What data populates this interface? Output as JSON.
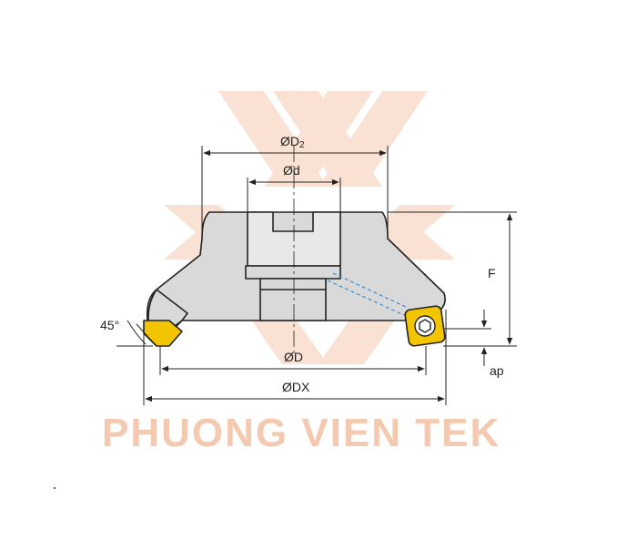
{
  "colors": {
    "body_fill": "#d9d9d9",
    "body_stroke": "#222222",
    "insert_fill": "#f3c400",
    "coolant_line": "#3a8fd6",
    "watermark": "#f5c9b0",
    "dimension": "#222222"
  },
  "labels": {
    "d2_prefix": "ØD",
    "d2_sub": "2",
    "d": "Ød",
    "f": "F",
    "angle": "45°",
    "dd": "ØD",
    "dx": "ØDX",
    "ap": "ap"
  },
  "watermark": {
    "text": "PHUONG VIEN TEK"
  },
  "icons": {
    "insert": "hex-socket-screw-icon",
    "logo": "x-chevron-logo-icon"
  }
}
